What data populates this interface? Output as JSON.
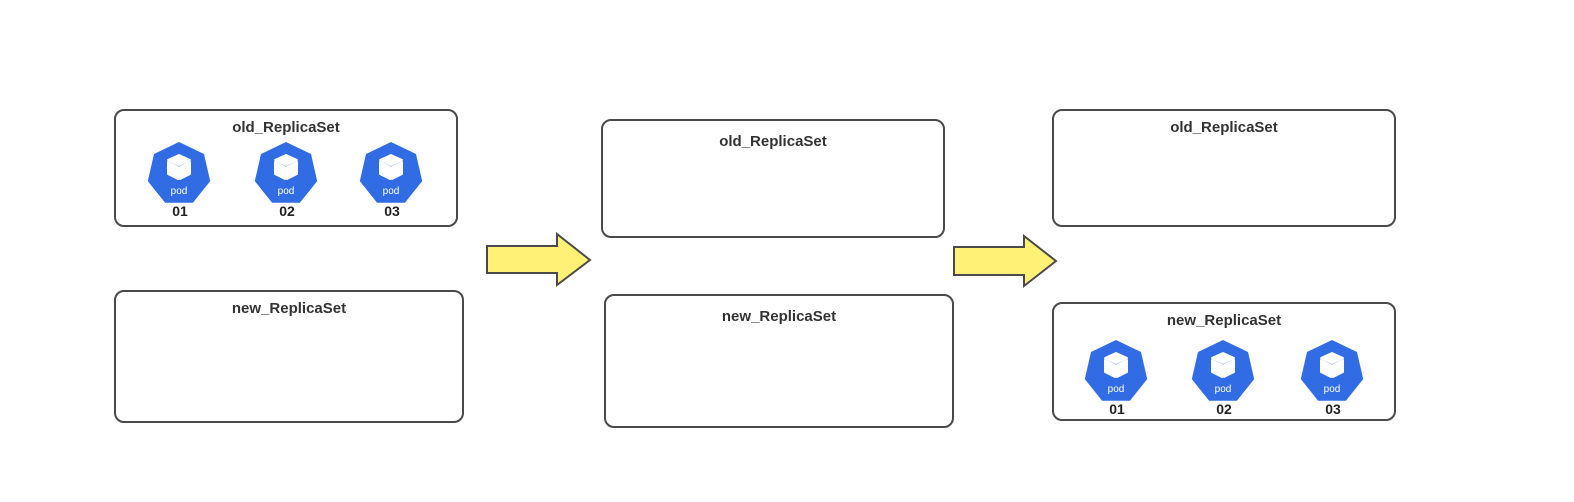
{
  "colors": {
    "pod_fill": "#326CE5",
    "pod_icon": "#ffffff",
    "arrow_fill": "#FFF176",
    "box_border": "#4a4a4a"
  },
  "pod_label": "pod",
  "stages": [
    {
      "old": {
        "title": "old_ReplicaSet",
        "pods": [
          "01",
          "02",
          "03"
        ]
      },
      "new": {
        "title": "new_ReplicaSet",
        "pods": []
      }
    },
    {
      "old": {
        "title": "old_ReplicaSet",
        "pods": []
      },
      "new": {
        "title": "new_ReplicaSet",
        "pods": []
      }
    },
    {
      "old": {
        "title": "old_ReplicaSet",
        "pods": []
      },
      "new": {
        "title": "new_ReplicaSet",
        "pods": [
          "01",
          "02",
          "03"
        ]
      }
    }
  ],
  "arrow_icon": "right-arrow-icon"
}
